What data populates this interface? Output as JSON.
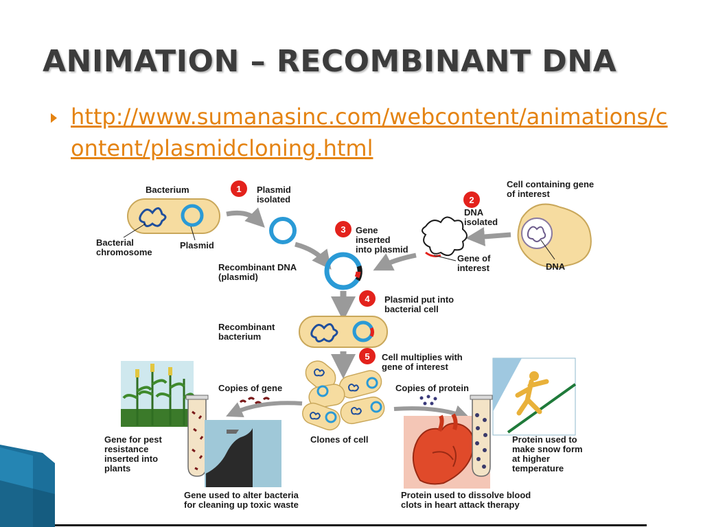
{
  "slide": {
    "title": "ANIMATION – RECOMBINANT DNA",
    "link_text": "http://www.sumanasinc.com/webcontent/animations/content/plasmidcloning.html"
  },
  "colors": {
    "accent": "#e48312",
    "title": "#3c3c3c",
    "step_badge": "#e3221c",
    "plasmid": "#2a9ad6",
    "cell_fill": "#f6dca0",
    "chromosome": "#1f4e9c",
    "arrow": "#9a9a9a",
    "deco_blue": "#1b6f9a"
  },
  "diagram": {
    "labels": {
      "bacterium": "Bacterium",
      "bacterial_chromosome_1": "Bacterial",
      "bacterial_chromosome_2": "chromosome",
      "plasmid": "Plasmid",
      "cell_gene_1": "Cell containing gene",
      "cell_gene_2": "of interest",
      "dna": "DNA",
      "gene_of_interest_1": "Gene of",
      "gene_of_interest_2": "interest",
      "recombinant_dna_1": "Recombinant DNA",
      "recombinant_dna_2": "(plasmid)",
      "recombinant_bacterium_1": "Recombinant",
      "recombinant_bacterium_2": "bacterium",
      "copies_of_gene": "Copies of gene",
      "copies_of_protein": "Copies of protein",
      "clones_of_cell": "Clones of cell",
      "pest_1": "Gene for pest",
      "pest_2": "resistance",
      "pest_3": "inserted into",
      "pest_4": "plants",
      "snow_1": "Protein used to",
      "snow_2": "make snow form",
      "snow_3": "at higher",
      "snow_4": "temperature",
      "toxic_1": "Gene used to alter bacteria",
      "toxic_2": "for cleaning up toxic waste",
      "blood_1": "Protein used to dissolve blood",
      "blood_2": "clots in heart attack therapy"
    },
    "steps": [
      {
        "number": "1",
        "line1": "Plasmid",
        "line2": "isolated",
        "line3": ""
      },
      {
        "number": "2",
        "line1": "DNA",
        "line2": "isolated",
        "line3": ""
      },
      {
        "number": "3",
        "line1": "Gene",
        "line2": "inserted",
        "line3": "into plasmid"
      },
      {
        "number": "4",
        "line1": "Plasmid put into",
        "line2": "bacterial cell",
        "line3": ""
      },
      {
        "number": "5",
        "line1": "Cell multiplies with",
        "line2": "gene of interest",
        "line3": ""
      }
    ]
  }
}
